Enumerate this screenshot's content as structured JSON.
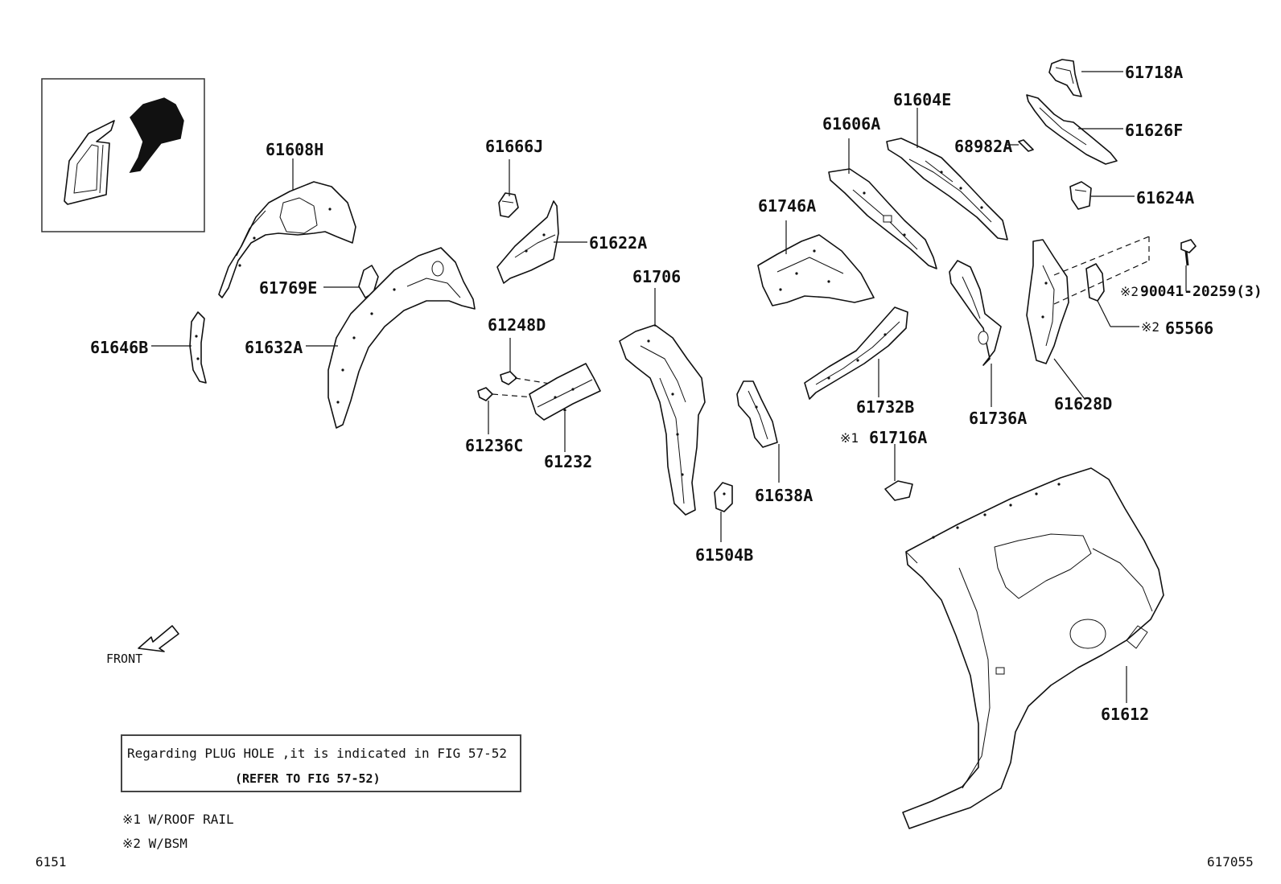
{
  "labels": {
    "p61718A": "61718A",
    "p61604E": "61604E",
    "p61626F": "61626F",
    "p61606A": "61606A",
    "p68982A": "68982A",
    "p61608H": "61608H",
    "p61666J": "61666J",
    "p61624A": "61624A",
    "p61746A": "61746A",
    "p61622A": "61622A",
    "p61769E": "61769E",
    "p61706": "61706",
    "p90041": "90041-20259(3)",
    "p61248D": "61248D",
    "p61646B": "61646B",
    "p61632A": "61632A",
    "p65566": "65566",
    "p61732B": "61732B",
    "p61628D": "61628D",
    "p61736A": "61736A",
    "p61716A": "61716A",
    "p61236C": "61236C",
    "p61232": "61232",
    "p61638A": "61638A",
    "p61504B": "61504B",
    "p61612": "61612"
  },
  "marks": {
    "m1": "※1",
    "m2a": "※2",
    "m2b": "※2"
  },
  "front_label": "FRONT",
  "note": {
    "line1": "Regarding PLUG HOLE ,it is indicated in FIG 57-52",
    "line2": "(REFER TO FIG 57-52)"
  },
  "footnotes": {
    "f1": "※1 W/ROOF RAIL",
    "f2": "※2 W/BSM"
  },
  "corner": {
    "left": "6151",
    "right": "617055"
  }
}
